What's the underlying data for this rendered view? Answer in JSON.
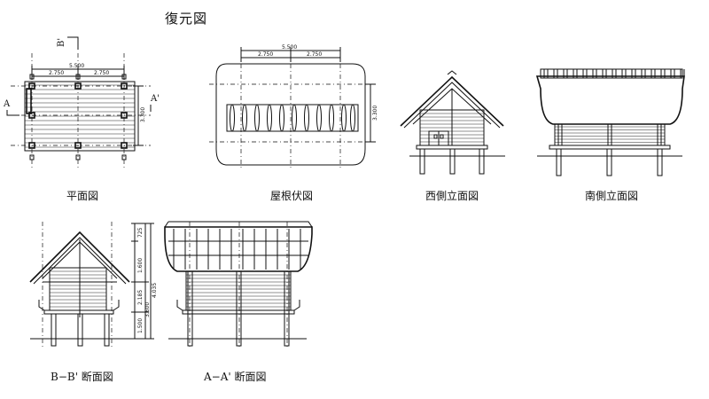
{
  "title": "復元図",
  "plan": {
    "caption": "平面図",
    "dim_total": "5.500",
    "dim_half_left": "2.750",
    "dim_half_right": "2.750",
    "dim_depth": "3.300",
    "mark_a": "A",
    "mark_a_prime": "A'",
    "mark_b_prime": "B'"
  },
  "roof_plan": {
    "caption": "屋根伏図",
    "dim_total": "5.500",
    "dim_half_left": "2.750",
    "dim_half_right": "2.750",
    "dim_depth": "3.300"
  },
  "west_elevation": {
    "caption": "西側立面図"
  },
  "south_elevation": {
    "caption": "南側立面図"
  },
  "section_bb": {
    "caption": "B−B' 断面図"
  },
  "section_aa": {
    "caption": "A−A' 断面図",
    "dim_1": "725",
    "dim_2": "1.600",
    "dim_3": "2.185",
    "dim_4": "4.035",
    "dim_5": "3.600",
    "dim_6": "1.500"
  },
  "colors": {
    "ink": "#111111",
    "paper": "#ffffff"
  }
}
